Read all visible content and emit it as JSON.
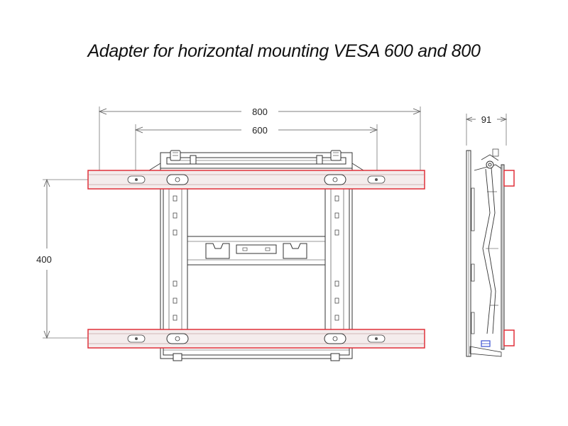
{
  "title": "Adapter for horizontal mounting VESA 600 and 800",
  "dimensions": {
    "width_outer": "800",
    "width_inner": "600",
    "height": "400",
    "depth": "91"
  },
  "colors": {
    "highlight": "#e0303a",
    "line": "#333333",
    "dimension": "#555555",
    "accent_blue": "#3a4fd0"
  }
}
